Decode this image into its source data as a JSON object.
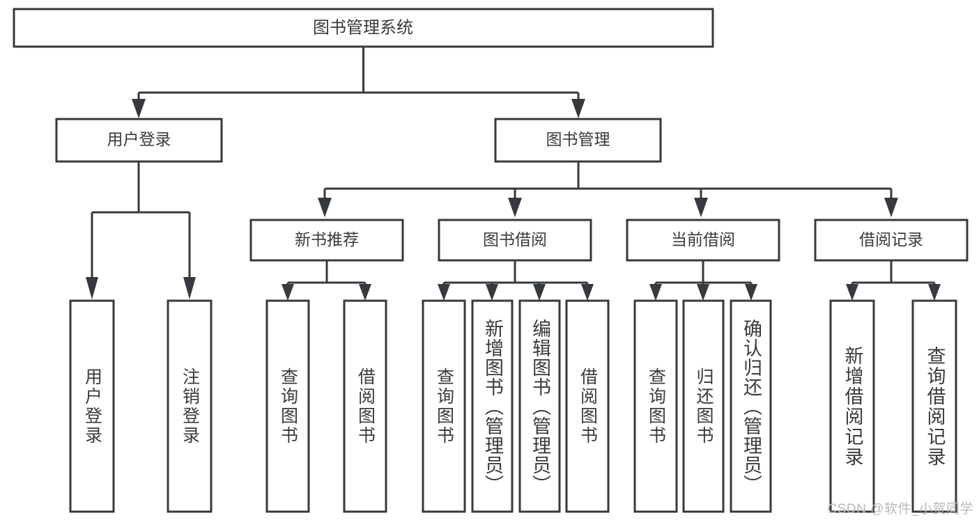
{
  "diagram": {
    "type": "tree-hierarchy",
    "title": "图书管理系统",
    "orientation": "top-down",
    "colors": {
      "box_stroke": "#36393d",
      "box_fill": "#ffffff",
      "text": "#3a3a3a",
      "watermark": "#b9b9b9",
      "background": "#ffffff"
    },
    "root": {
      "label": "图书管理系统",
      "id": "root-system"
    },
    "level2": [
      {
        "id": "user-login",
        "label": "用户登录"
      },
      {
        "id": "book-management",
        "label": "图书管理"
      }
    ],
    "level3": [
      {
        "id": "new-book-recommend",
        "label": "新书推荐",
        "parent": "book-management"
      },
      {
        "id": "book-borrow",
        "label": "图书借阅",
        "parent": "book-management"
      },
      {
        "id": "current-borrow",
        "label": "当前借阅",
        "parent": "book-management"
      },
      {
        "id": "borrow-record",
        "label": "借阅记录",
        "parent": "book-management"
      }
    ],
    "leaves": [
      {
        "id": "leaf-user-login",
        "label": "用户登录",
        "parent": "user-login"
      },
      {
        "id": "leaf-user-logout",
        "label": "注销登录",
        "parent": "user-login"
      },
      {
        "id": "leaf-query-book-1",
        "label": "查询图书",
        "parent": "new-book-recommend"
      },
      {
        "id": "leaf-borrow-book-1",
        "label": "借阅图书",
        "parent": "new-book-recommend"
      },
      {
        "id": "leaf-query-book-2",
        "label": "查询图书",
        "parent": "book-borrow"
      },
      {
        "id": "leaf-add-book-admin",
        "label": "新增图书（管理员）",
        "parent": "book-borrow"
      },
      {
        "id": "leaf-edit-book-admin",
        "label": "编辑图书（管理员）",
        "parent": "book-borrow"
      },
      {
        "id": "leaf-borrow-book-2",
        "label": "借阅图书",
        "parent": "book-borrow"
      },
      {
        "id": "leaf-query-book-3",
        "label": "查询图书",
        "parent": "current-borrow"
      },
      {
        "id": "leaf-return-book",
        "label": "归还图书",
        "parent": "current-borrow"
      },
      {
        "id": "leaf-confirm-return-admin",
        "label": "确认归还（管理员）",
        "parent": "current-borrow"
      },
      {
        "id": "leaf-add-borrow-record",
        "label": "新增借阅记录",
        "parent": "borrow-record"
      },
      {
        "id": "leaf-query-borrow-record",
        "label": "查询借阅记录",
        "parent": "borrow-record"
      }
    ]
  },
  "watermark": {
    "text": "CSDN @软件_小贺同学"
  }
}
